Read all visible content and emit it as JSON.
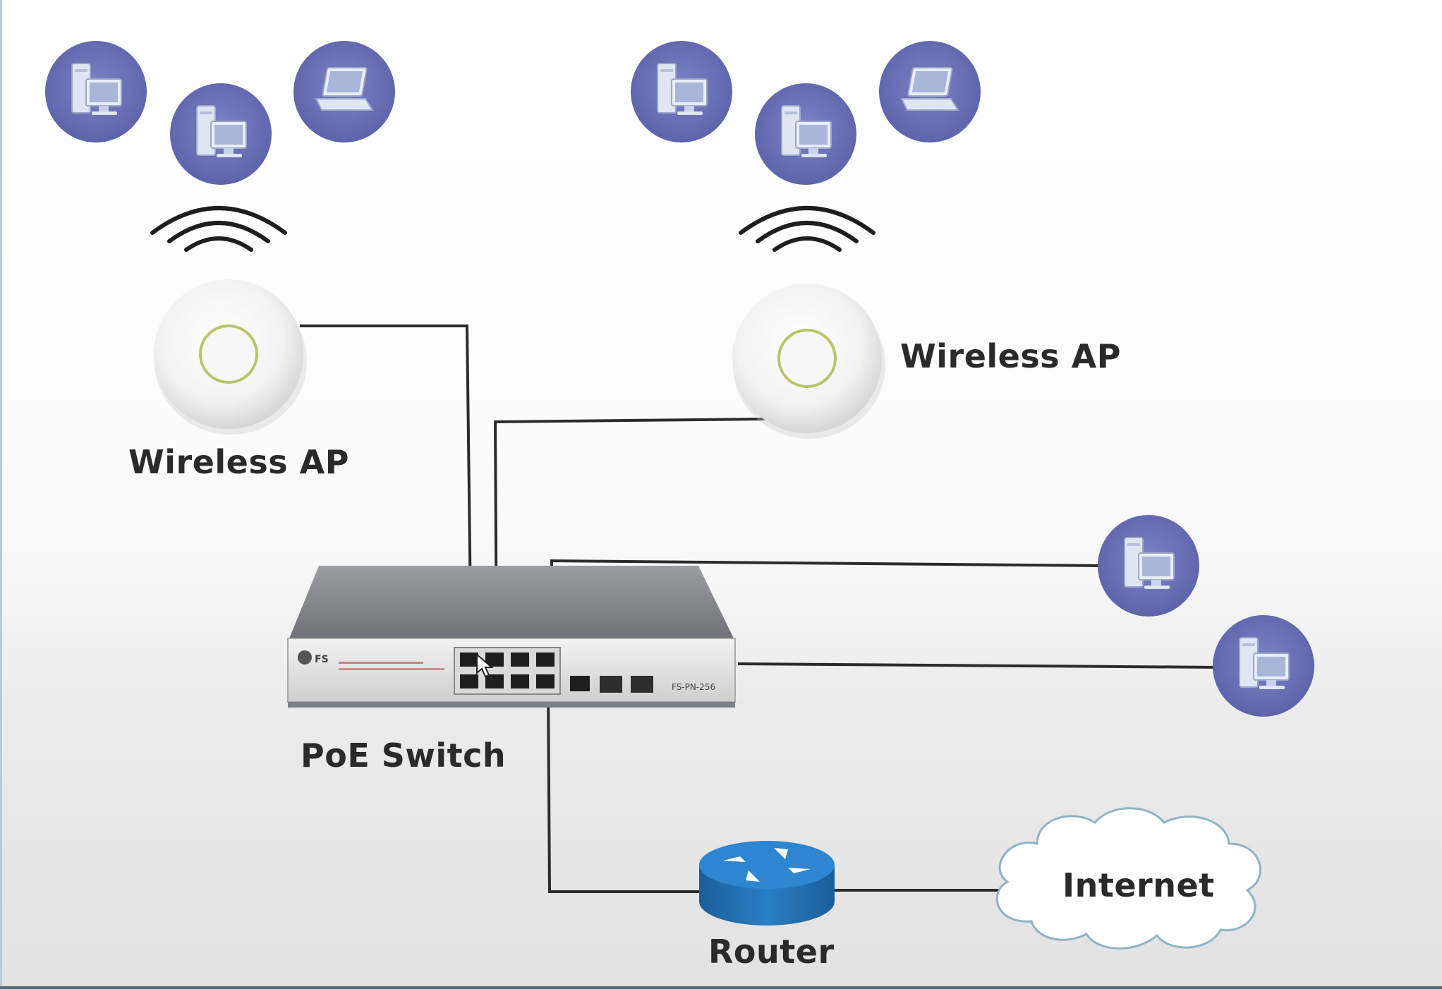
{
  "labels": {
    "ap_left": "Wireless AP",
    "ap_right": "Wireless AP",
    "switch": "PoE Switch",
    "router": "Router",
    "internet": "Internet"
  },
  "switch_markings": {
    "brand": "FS",
    "model": "FS-PN-256"
  },
  "icons": {
    "client_icon": "desktop-computer-icon",
    "laptop_icon": "laptop-icon",
    "wifi_icon": "wifi-signal-icon",
    "ap_icon": "ceiling-access-point-icon",
    "router_icon": "router-icon",
    "cloud_icon": "internet-cloud-icon"
  },
  "colors": {
    "client_circle": "#6b72b8",
    "cable": "#2b2b2b",
    "router_blue": "#1f6fb2",
    "switch_gray": "#8a8d90"
  }
}
